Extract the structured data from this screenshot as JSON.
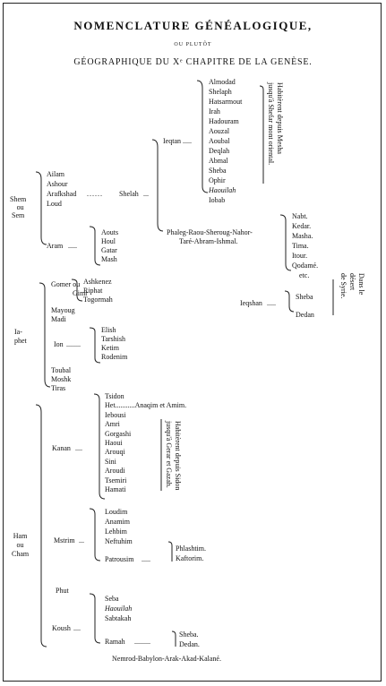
{
  "title": {
    "line1": "NOMENCLATURE GÉNÉALOGIQUE,",
    "line2": "OU PLUTÔT",
    "line3": "GÉOGRAPHIQUE DU Xᵉ CHAPITRE DE LA GENÈSE."
  },
  "shem": {
    "name": [
      "Shem",
      "ou",
      "Sem"
    ],
    "sons": [
      "Ailam",
      "Ashour",
      "Arafkshad",
      "Loud"
    ],
    "shelah": "Shelah",
    "ieqtan": "Ieqtan",
    "ieqtan_sons": [
      "Almodad",
      "Shelaph",
      "Hatsarmout",
      "Irah",
      "Hadouram",
      "Aouzal",
      "Aoubal",
      "Deqlah",
      "Abmal",
      "Sheba",
      "Ophir",
      "Haouilah",
      "Iobab"
    ],
    "ieqtan_note": [
      "Habitèrent depuis Mesha",
      "jusqu'à Shefar mont oriental."
    ],
    "aram": "Aram",
    "aram_sons": [
      "Aouts",
      "Houl",
      "Gatar",
      "Mash"
    ],
    "phaleg_line": [
      "Phaleg-Raou-Sheroug-Nahor-",
      "Taré-Abram-Ishmal."
    ],
    "ishmael_sons": [
      "Nabt.",
      "Kedar.",
      "Masha.",
      "Tima.",
      "Itour.",
      "Qodamé.",
      "etc."
    ]
  },
  "iaphet": {
    "name": [
      "Ia-",
      "phet"
    ],
    "gomer": [
      "Gomer ou",
      "Gimr"
    ],
    "gomer_sons": [
      "Ashkenez",
      "Riphat",
      "Togormah"
    ],
    "others": [
      "Mayoug",
      "Madi"
    ],
    "ion": "Ion",
    "ion_sons": [
      "Elish",
      "Tarshish",
      "Ketim",
      "Rodenim"
    ],
    "others2": [
      "Toubal",
      "Moshk",
      "Tiras"
    ],
    "ieqshan": "Ieqshan",
    "ieqshan_sons": [
      "Sheba",
      "Dedan"
    ],
    "desert_note": [
      "Dans le",
      "désert",
      "de Syrie."
    ]
  },
  "ham": {
    "name": [
      "Ham",
      "ou",
      "Cham"
    ],
    "kanan": "Kanan",
    "kanan_sons": [
      "Tsidon",
      "Het",
      "Iebousi",
      "Amri",
      "Gorgashi",
      "Haoui",
      "Arouqi",
      "Sini",
      "Aroudi",
      "Tsemiri",
      "Hamati"
    ],
    "anaqim": "Anaqim et Amim.",
    "kanan_note": [
      "Habitèrent depuis Sidon",
      "jusqu'à Gerar et Gazah."
    ],
    "mstrim": "Mstrim",
    "mstrim_sons": [
      "Loudim",
      "Anamim",
      "Lehbim",
      "Neftuhim"
    ],
    "patrousim": "Patrousim",
    "patrousim_sons": [
      "Phlashtim.",
      "Kaftorim."
    ],
    "phut": "Phut",
    "koush": "Koush",
    "koush_sons": [
      "Seba",
      "Haouilah",
      "Sabtakah"
    ],
    "ramah": "Ramah",
    "ramah_sons": [
      "Sheba.",
      "Dedan."
    ],
    "nemrod_line": "Nemrod-Babylon-Arak-Akad-Kalané."
  }
}
